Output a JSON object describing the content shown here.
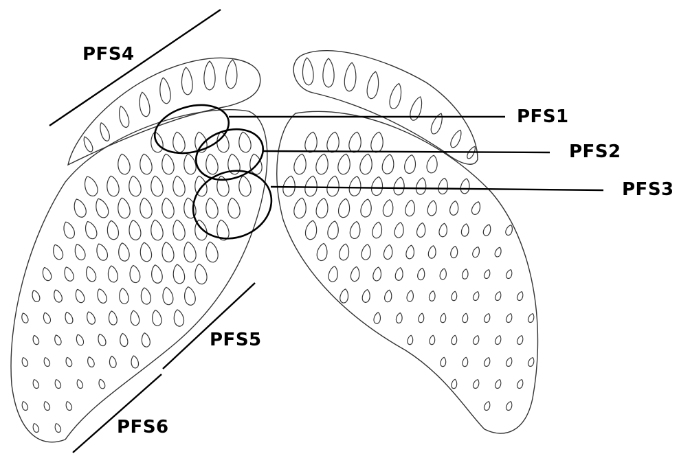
{
  "labels": {
    "pfs1": "PFS1",
    "pfs2": "PFS2",
    "pfs3": "PFS3",
    "pfs4": "PFS4",
    "pfs5": "PFS5",
    "pfs6": "PFS6"
  },
  "colors": {
    "outline": "#333333",
    "ink": "#000000",
    "background": "#ffffff"
  }
}
